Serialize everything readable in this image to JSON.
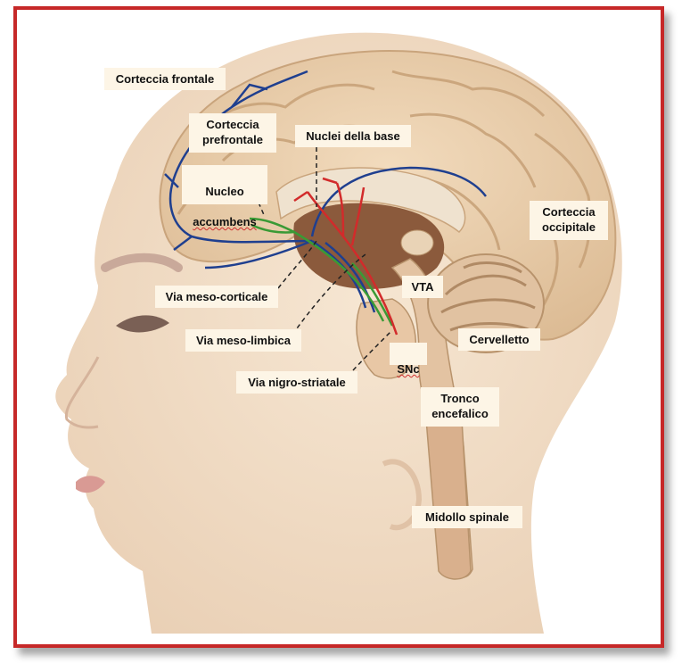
{
  "colors": {
    "frame": "#c62828",
    "label_background": "#fdf5e6",
    "head_skin": "#f3dfc8",
    "brain": "#ecd0ac",
    "pathway_mesocortical": "#1f3f8f",
    "pathway_mesolimbic": "#3a9a35",
    "pathway_nigrostriatal": "#d22b2b"
  },
  "labels": {
    "corteccia_frontale": "Corteccia frontale",
    "corteccia_prefrontale": "Corteccia\nprefrontale",
    "nuclei_della_base": "Nuclei della base",
    "nucleo_accumbens_1": "Nucleo",
    "nucleo_accumbens_2": "accumbens",
    "corteccia_occipitale": "Corteccia\noccipitale",
    "vta": "VTA",
    "via_meso_corticale": "Via meso-corticale",
    "via_meso_limbica": "Via meso-limbica",
    "cervelletto": "Cervelletto",
    "snc": "SNc",
    "via_nigro_striatale": "Via nigro-striatale",
    "tronco_encefalico": "Tronco\nencefalico",
    "midollo_spinale": "Midollo spinale"
  }
}
